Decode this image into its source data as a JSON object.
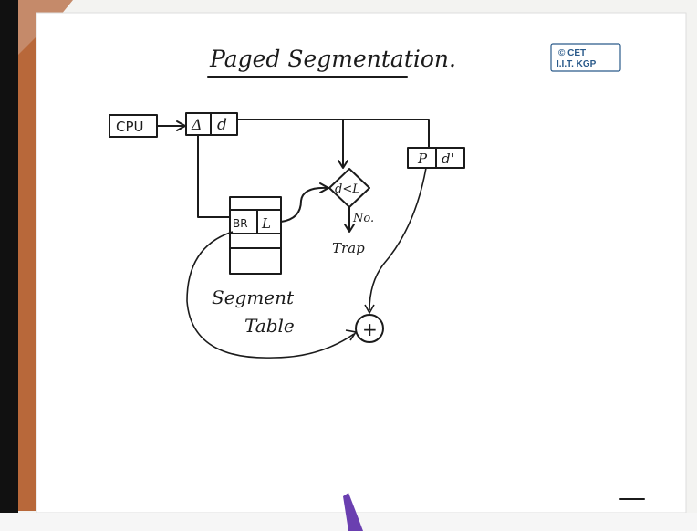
{
  "title": "Paged Segmentation.",
  "logo": {
    "line1": "© CET",
    "line2": "I.I.T. KGP"
  },
  "diagram": {
    "cpu": "CPU",
    "segment_field": "Δ",
    "offset_field": "d",
    "comparison": "d<L",
    "no_label": "No.",
    "trap_label": "Trap",
    "base_field": "BR",
    "limit_field": "L",
    "page_field": "P",
    "page_offset_field": "d'",
    "table_label_1": "Segment",
    "table_label_2": "Table",
    "adder": "+"
  },
  "colors": {
    "background": "#ffffff",
    "ink": "#1b1b1b",
    "wood": "#b8683a",
    "logo": "#2a5a8a",
    "pointer": "#6a3fb0"
  }
}
